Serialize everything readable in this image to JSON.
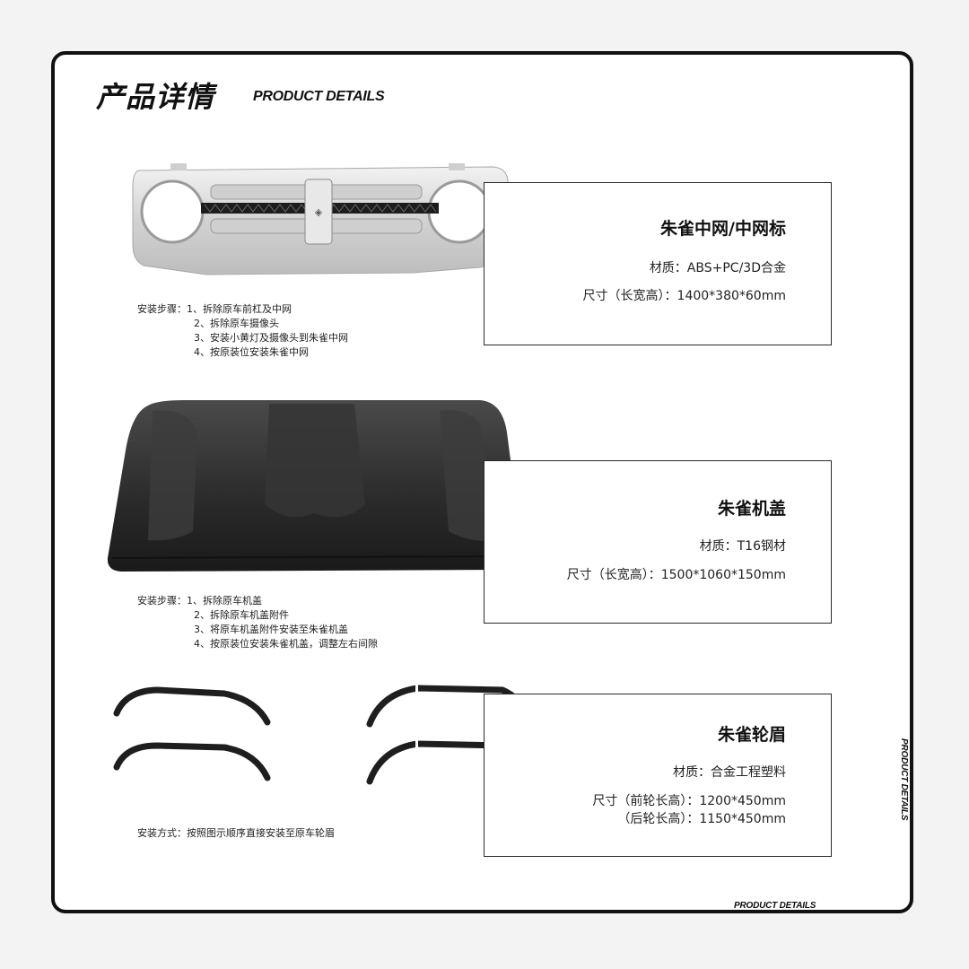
{
  "header": {
    "title_cn": "产品详情",
    "title_en": "PRODUCT DETAILS"
  },
  "side_label": "PRODUCT DETAILS",
  "bottom_label": "PRODUCT DETAILS",
  "products": [
    {
      "name": "朱雀中网/中网标",
      "material": "材质：ABS+PC/3D合金",
      "size": "尺寸（长宽高）：1400*380*60mm",
      "steps_prefix": "安装步骤：",
      "steps": [
        "1、拆除原车前杠及中网",
        "2、拆除原车摄像头",
        "3、安装小黄灯及摄像头到朱雀中网",
        "4、按原装位安装朱雀中网"
      ]
    },
    {
      "name": "朱雀机盖",
      "material": "材质：T16钢材",
      "size": "尺寸（长宽高）：1500*1060*150mm",
      "steps_prefix": "安装步骤：",
      "steps": [
        "1、拆除原车机盖",
        "2、拆除原车机盖附件",
        "3、将原车机盖附件安装至朱雀机盖",
        "4、按原装位安装朱雀机盖，调整左右间隙"
      ]
    },
    {
      "name": "朱雀轮眉",
      "material": "材质：合金工程塑料",
      "size_front": "尺寸（前轮长高）：1200*450mm",
      "size_rear": "（后轮长高）：1150*450mm",
      "install_text": "安装方式：按照图示顺序直接安装至原车轮眉"
    }
  ],
  "colors": {
    "frame": "#111111",
    "grille_silver": "#d9d9d9",
    "hood_black": "#2b2b2b"
  }
}
